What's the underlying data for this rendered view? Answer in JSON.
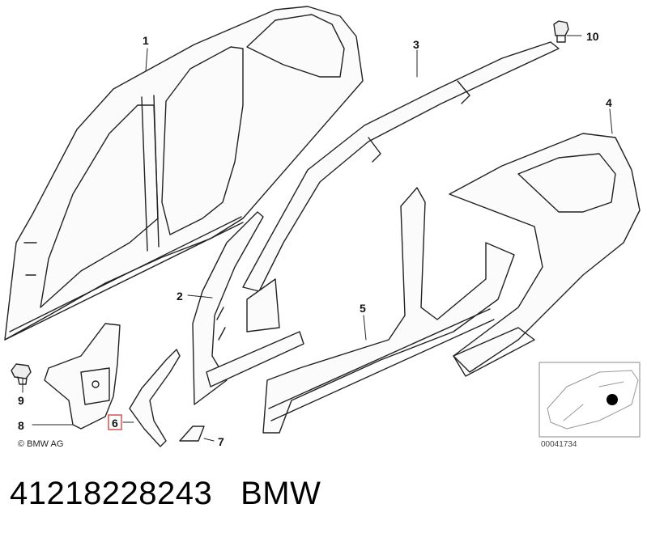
{
  "diagram": {
    "callouts": [
      "1",
      "2",
      "3",
      "4",
      "5",
      "6",
      "7",
      "8",
      "9",
      "10"
    ],
    "highlighted_callout": "6",
    "highlight_color": "#d9534f",
    "copyright": "© BMW AG",
    "reference_number": "00041734"
  },
  "footer": {
    "part_number": "41218228243",
    "brand": "BMW"
  }
}
